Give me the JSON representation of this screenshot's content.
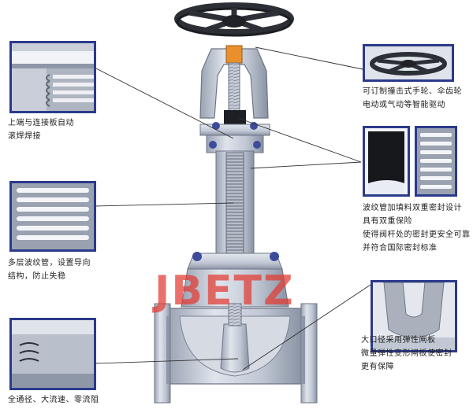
{
  "callouts": {
    "top_left": [
      "上端与连接板自动",
      "滚焊焊接"
    ],
    "middle_left": [
      "多层波纹管，设置导向",
      "结构，防止失稳"
    ],
    "bottom_left": [
      "全通径、大流速、零流阻"
    ],
    "top_right": [
      "可订制撞击式手轮、伞齿轮",
      "电动或气动等智能驱动"
    ],
    "middle_right": [
      "波纹管加填料双重密封设计",
      "具有双重保险",
      "使得阀杆处的密封更安全可靠",
      "并符合国际密封标准"
    ],
    "bottom_right": [
      "大口径采用弹性闸板",
      "微量弹性变形闸板使密封",
      "更有保障"
    ]
  },
  "watermark": "JBETZ",
  "colors": {
    "frame": "#2b3a8c",
    "body_metal": "#c3cad6",
    "body_shadow": "#8e97a8",
    "bellows": "#a9afbb",
    "handwheel": "#2c2f36",
    "packing": "#e8902c",
    "bolt": "#3c4c9a",
    "watermark": "#e23a32"
  },
  "icons": [
    "handwheel-icon",
    "bellows-icon",
    "flange-bolt-icon"
  ]
}
